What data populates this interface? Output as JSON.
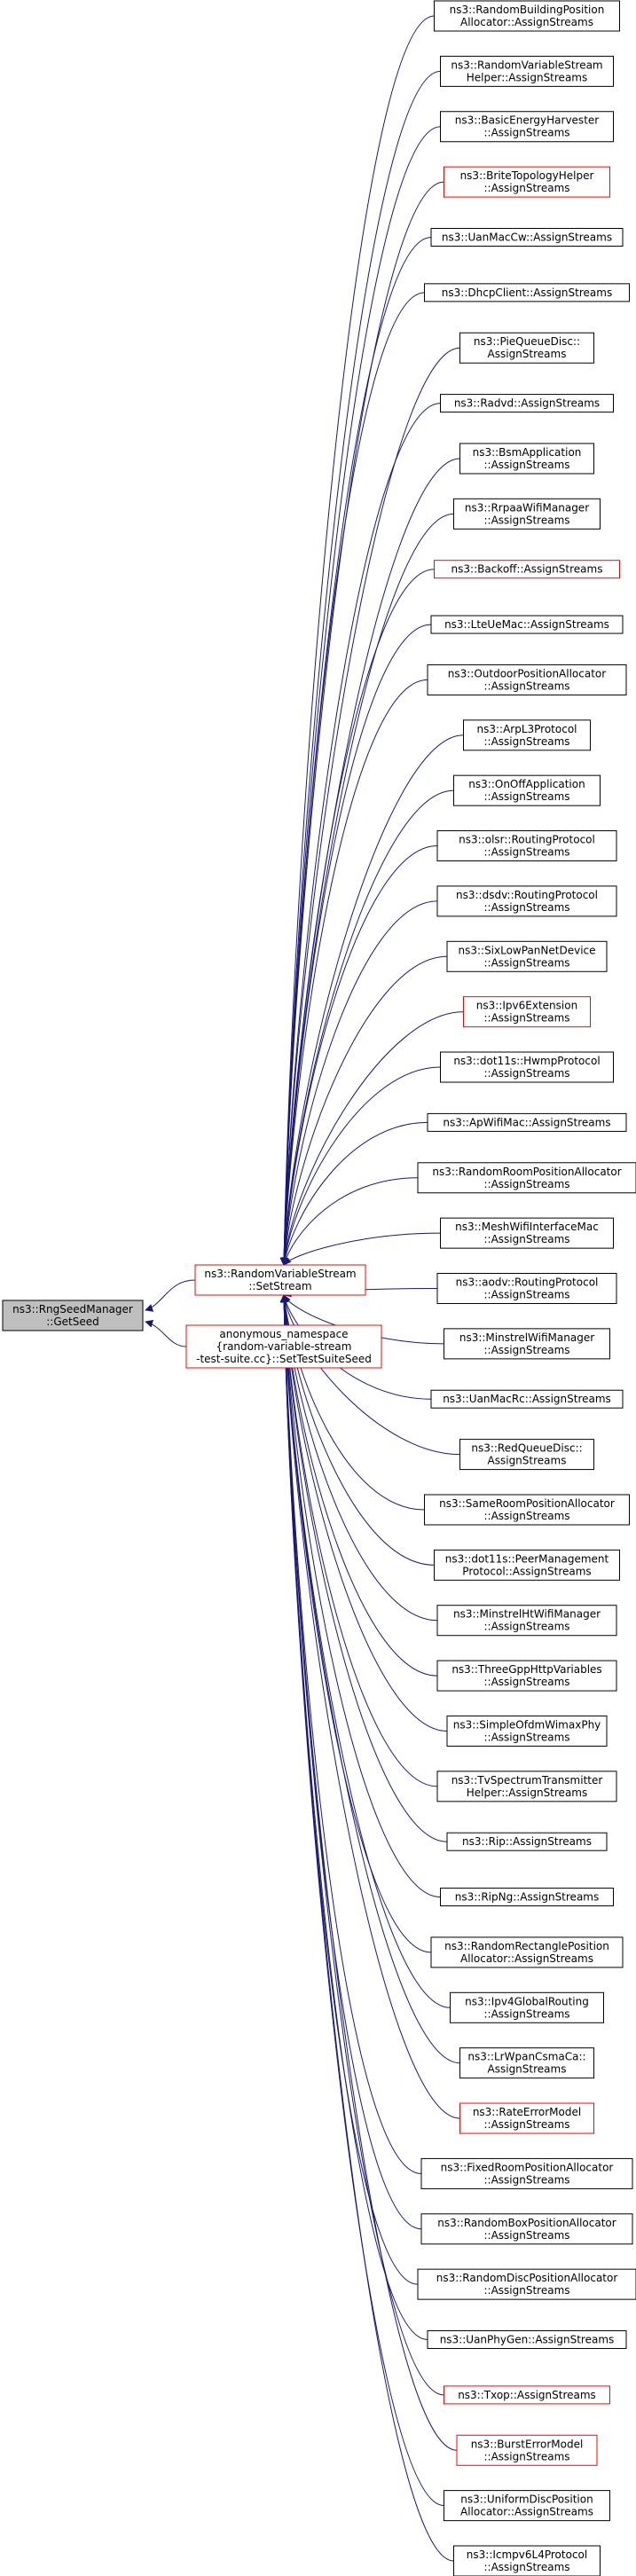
{
  "colors": {
    "edge": "#191970",
    "box_normal": "#000000",
    "box_highlight": "#ff0000",
    "root_fill": "#bfbfbf",
    "background": "#ffffff"
  },
  "root": {
    "id": "root",
    "lines": [
      "ns3::RngSeedManager",
      "::GetSeed"
    ],
    "style": "root"
  },
  "middle": [
    {
      "id": "setstream",
      "lines": [
        "ns3::RandomVariableStream",
        "::SetStream"
      ],
      "style": "red"
    },
    {
      "id": "settestsuiteseed",
      "lines": [
        "anonymous_namespace",
        "{random-variable-stream",
        "-test-suite.cc}::SetTestSuiteSeed"
      ],
      "style": "red"
    }
  ],
  "callers": [
    {
      "lines": [
        "ns3::RandomBuildingPosition",
        "Allocator::AssignStreams"
      ],
      "style": "normal"
    },
    {
      "lines": [
        "ns3::RandomVariableStream",
        "Helper::AssignStreams"
      ],
      "style": "normal"
    },
    {
      "lines": [
        "ns3::BasicEnergyHarvester",
        "::AssignStreams"
      ],
      "style": "normal"
    },
    {
      "lines": [
        "ns3::BriteTopologyHelper",
        "::AssignStreams"
      ],
      "style": "red"
    },
    {
      "lines": [
        "ns3::UanMacCw::AssignStreams"
      ],
      "style": "normal"
    },
    {
      "lines": [
        "ns3::DhcpClient::AssignStreams"
      ],
      "style": "normal"
    },
    {
      "lines": [
        "ns3::PieQueueDisc::",
        "AssignStreams"
      ],
      "style": "normal"
    },
    {
      "lines": [
        "ns3::Radvd::AssignStreams"
      ],
      "style": "normal"
    },
    {
      "lines": [
        "ns3::BsmApplication",
        "::AssignStreams"
      ],
      "style": "normal"
    },
    {
      "lines": [
        "ns3::RrpaaWifiManager",
        "::AssignStreams"
      ],
      "style": "normal"
    },
    {
      "lines": [
        "ns3::Backoff::AssignStreams"
      ],
      "style": "red"
    },
    {
      "lines": [
        "ns3::LteUeMac::AssignStreams"
      ],
      "style": "normal"
    },
    {
      "lines": [
        "ns3::OutdoorPositionAllocator",
        "::AssignStreams"
      ],
      "style": "normal"
    },
    {
      "lines": [
        "ns3::ArpL3Protocol",
        "::AssignStreams"
      ],
      "style": "normal"
    },
    {
      "lines": [
        "ns3::OnOffApplication",
        "::AssignStreams"
      ],
      "style": "normal"
    },
    {
      "lines": [
        "ns3::olsr::RoutingProtocol",
        "::AssignStreams"
      ],
      "style": "normal"
    },
    {
      "lines": [
        "ns3::dsdv::RoutingProtocol",
        "::AssignStreams"
      ],
      "style": "normal"
    },
    {
      "lines": [
        "ns3::SixLowPanNetDevice",
        "::AssignStreams"
      ],
      "style": "normal"
    },
    {
      "lines": [
        "ns3::Ipv6Extension",
        "::AssignStreams"
      ],
      "style": "red"
    },
    {
      "lines": [
        "ns3::dot11s::HwmpProtocol",
        "::AssignStreams"
      ],
      "style": "normal"
    },
    {
      "lines": [
        "ns3::ApWifiMac::AssignStreams"
      ],
      "style": "normal"
    },
    {
      "lines": [
        "ns3::RandomRoomPositionAllocator",
        "::AssignStreams"
      ],
      "style": "normal"
    },
    {
      "lines": [
        "ns3::MeshWifiInterfaceMac",
        "::AssignStreams"
      ],
      "style": "normal"
    },
    {
      "lines": [
        "ns3::aodv::RoutingProtocol",
        "::AssignStreams"
      ],
      "style": "normal"
    },
    {
      "lines": [
        "ns3::MinstrelWifiManager",
        "::AssignStreams"
      ],
      "style": "normal"
    },
    {
      "lines": [
        "ns3::UanMacRc::AssignStreams"
      ],
      "style": "normal"
    },
    {
      "lines": [
        "ns3::RedQueueDisc::",
        "AssignStreams"
      ],
      "style": "normal"
    },
    {
      "lines": [
        "ns3::SameRoomPositionAllocator",
        "::AssignStreams"
      ],
      "style": "normal"
    },
    {
      "lines": [
        "ns3::dot11s::PeerManagement",
        "Protocol::AssignStreams"
      ],
      "style": "normal"
    },
    {
      "lines": [
        "ns3::MinstrelHtWifiManager",
        "::AssignStreams"
      ],
      "style": "normal"
    },
    {
      "lines": [
        "ns3::ThreeGppHttpVariables",
        "::AssignStreams"
      ],
      "style": "normal"
    },
    {
      "lines": [
        "ns3::SimpleOfdmWimaxPhy",
        "::AssignStreams"
      ],
      "style": "normal"
    },
    {
      "lines": [
        "ns3::TvSpectrumTransmitter",
        "Helper::AssignStreams"
      ],
      "style": "normal"
    },
    {
      "lines": [
        "ns3::Rip::AssignStreams"
      ],
      "style": "normal"
    },
    {
      "lines": [
        "ns3::RipNg::AssignStreams"
      ],
      "style": "normal"
    },
    {
      "lines": [
        "ns3::RandomRectanglePosition",
        "Allocator::AssignStreams"
      ],
      "style": "normal"
    },
    {
      "lines": [
        "ns3::Ipv4GlobalRouting",
        "::AssignStreams"
      ],
      "style": "normal"
    },
    {
      "lines": [
        "ns3::LrWpanCsmaCa::",
        "AssignStreams"
      ],
      "style": "normal"
    },
    {
      "lines": [
        "ns3::RateErrorModel",
        "::AssignStreams"
      ],
      "style": "red"
    },
    {
      "lines": [
        "ns3::FixedRoomPositionAllocator",
        "::AssignStreams"
      ],
      "style": "normal"
    },
    {
      "lines": [
        "ns3::RandomBoxPositionAllocator",
        "::AssignStreams"
      ],
      "style": "normal"
    },
    {
      "lines": [
        "ns3::RandomDiscPositionAllocator",
        "::AssignStreams"
      ],
      "style": "normal"
    },
    {
      "lines": [
        "ns3::UanPhyGen::AssignStreams"
      ],
      "style": "normal"
    },
    {
      "lines": [
        "ns3::Txop::AssignStreams"
      ],
      "style": "red"
    },
    {
      "lines": [
        "ns3::BurstErrorModel",
        "::AssignStreams"
      ],
      "style": "red"
    },
    {
      "lines": [
        "ns3::UniformDiscPosition",
        "Allocator::AssignStreams"
      ],
      "style": "normal"
    },
    {
      "lines": [
        "ns3::Icmpv6L4Protocol",
        "::AssignStreams"
      ],
      "style": "normal"
    }
  ]
}
